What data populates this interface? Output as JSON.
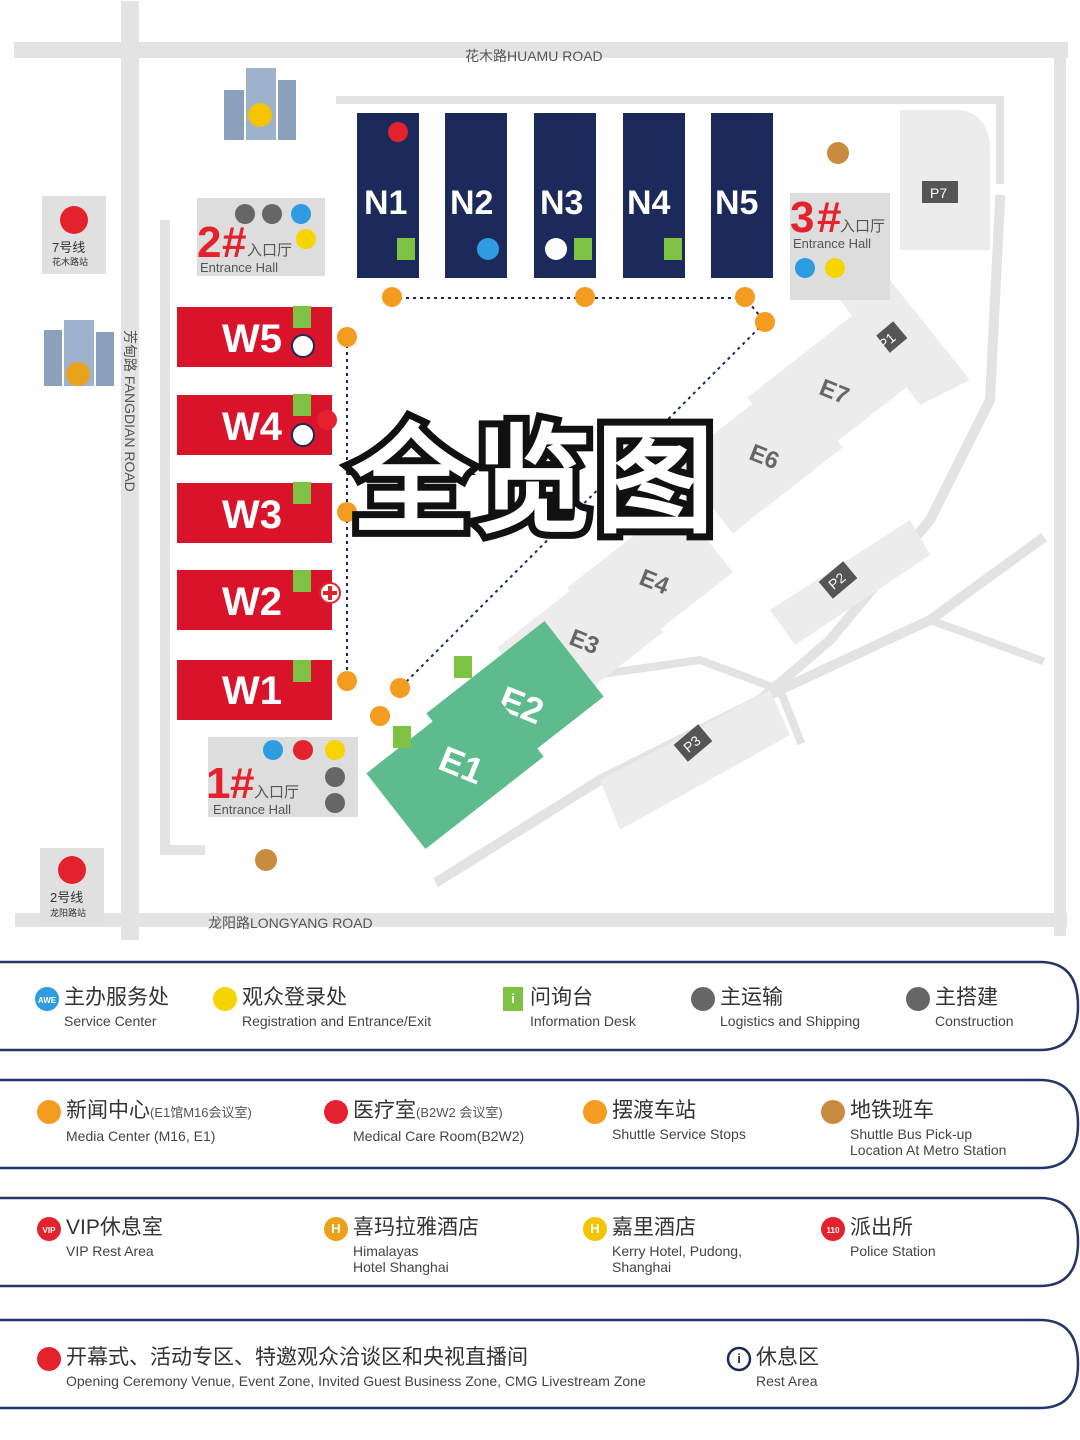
{
  "title": "全览图",
  "roads": {
    "top": "花木路HUAMU ROAD",
    "bottom": "龙阳路LONGYANG ROAD",
    "left": "芳甸路 FANGDIAN ROAD"
  },
  "metro": [
    {
      "line": "7号线",
      "station": "花木路站"
    },
    {
      "line": "2号线",
      "station": "龙阳路站"
    }
  ],
  "halls": {
    "north": [
      "N1",
      "N2",
      "N3",
      "N4",
      "N5"
    ],
    "west": [
      "W5",
      "W4",
      "W3",
      "W2",
      "W1"
    ],
    "east_grey": [
      "E7",
      "E6",
      "E4",
      "E3"
    ],
    "east_green": [
      "E2",
      "E1"
    ]
  },
  "parking": [
    "P7",
    "P1",
    "P2",
    "P3"
  ],
  "entrances": [
    {
      "num": "1",
      "hash": "#",
      "cn": "入口厅",
      "en": "Entrance Hall"
    },
    {
      "num": "2",
      "hash": "#",
      "cn": "入口厅",
      "en": "Entrance Hall"
    },
    {
      "num": "3",
      "hash": "#",
      "cn": "入口厅",
      "en": "Entrance Hall"
    }
  ],
  "colors": {
    "north_hall": "#1b2a5a",
    "west_hall": "#d9132a",
    "east_green": "#5dbb8d",
    "east_grey": "#ececec",
    "road": "#e3e3e3",
    "parking_tag": "#555555",
    "legend_border": "#23356b"
  },
  "legend": [
    {
      "icon": "service-center-icon",
      "badge": "AWE",
      "cn": "主办服务处",
      "en": "Service Center"
    },
    {
      "icon": "registration-icon",
      "cn": "观众登录处",
      "en": "Registration and Entrance/Exit"
    },
    {
      "icon": "info-desk-icon",
      "badge": "i",
      "cn": "问询台",
      "en": "Information Desk"
    },
    {
      "icon": "logistics-icon",
      "cn": "主运输",
      "en": "Logistics and Shipping"
    },
    {
      "icon": "construction-icon",
      "cn": "主搭建",
      "en": "Construction"
    },
    {
      "icon": "media-center-icon",
      "cn": "新闻中心",
      "cn_small": "(E1馆M16会议室)",
      "en": "Media Center (M16, E1)"
    },
    {
      "icon": "medical-icon",
      "cn": "医疗室",
      "cn_small": "(B2W2 会议室)",
      "en": "Medical Care Room(B2W2)"
    },
    {
      "icon": "shuttle-stop-icon",
      "cn": "摆渡车站",
      "en": "Shuttle Service Stops"
    },
    {
      "icon": "metro-shuttle-icon",
      "cn": "地铁班车",
      "en": "Shuttle Bus Pick-up\nLocation At Metro Station"
    },
    {
      "icon": "vip-icon",
      "badge": "VIP",
      "cn": "VIP休息室",
      "en": "VIP Rest Area"
    },
    {
      "icon": "himalayas-hotel-icon",
      "badge": "H",
      "cn": "喜玛拉雅酒店",
      "en": "Himalayas\nHotel Shanghai"
    },
    {
      "icon": "kerry-hotel-icon",
      "badge": "H",
      "cn": "嘉里酒店",
      "en": "Kerry Hotel, Pudong,\nShanghai"
    },
    {
      "icon": "police-icon",
      "badge": "110",
      "cn": "派出所",
      "en": "Police Station"
    },
    {
      "icon": "ceremony-icon",
      "cn": "开幕式、活动专区、特邀观众洽谈区和央视直播间",
      "en": "Opening Ceremony Venue, Event Zone, Invited Guest Business Zone, CMG Livestream Zone"
    },
    {
      "icon": "rest-area-icon",
      "badge": "i",
      "cn": "休息区",
      "en": "Rest Area"
    }
  ]
}
